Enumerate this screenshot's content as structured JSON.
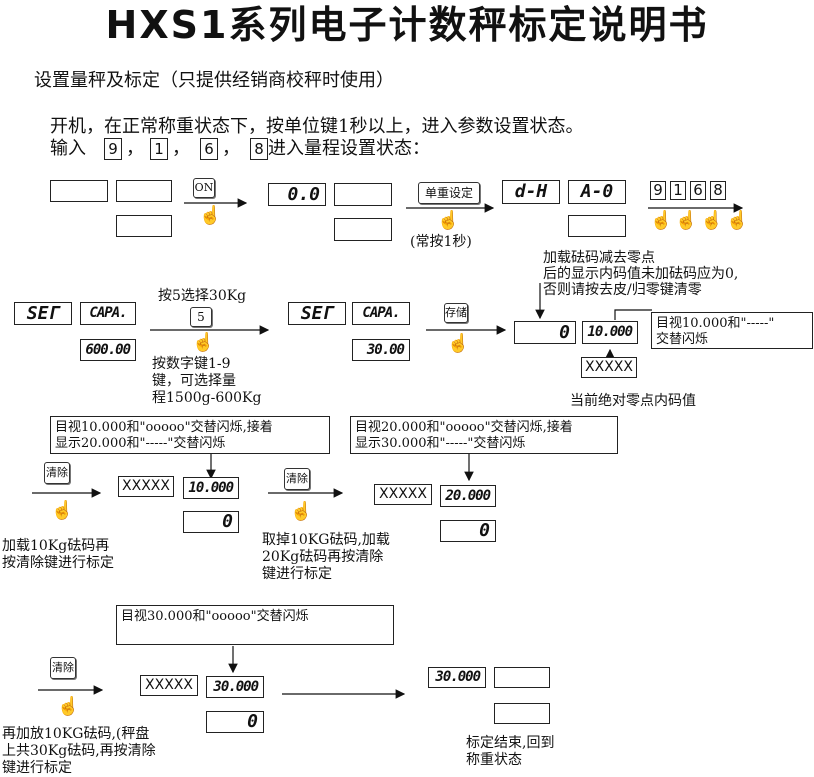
{
  "title": "HXS1系列电子计数秤标定说明书",
  "subtitle": "设置量秤及标定（只提供经销商校秤时使用）",
  "intro_line1": "开机，在正常称重状态下，按单位键1秒以上，进入参数设置状态。",
  "intro_prefix": "输入",
  "intro_keys": [
    "9",
    "1",
    "6",
    "8"
  ],
  "intro_suffix": "进入量程设置状态：",
  "row1": {
    "on_key": "ON",
    "display_zero": "0.0",
    "unit_key": "单重设定",
    "hold_note": "(常按1秒)",
    "lcd_dh": "d-H",
    "lcd_a0": "A-0",
    "digits": [
      "9",
      "1",
      "6",
      "8"
    ]
  },
  "row2": {
    "lcd_set": "SEГ",
    "lcd_capa": "CAPA.",
    "cap_default": "600.00",
    "press5_label": "按5选择30Kg",
    "key5": "5",
    "range_note_1": "按数字键1-9",
    "range_note_2": "键，可选择量",
    "range_note_3": "程1500g-600Kg",
    "cap_30": "30.00",
    "store_key": "存储",
    "zero_note_1": "加载砝码减去零点",
    "zero_note_2": "后的显示内码值未加砝码应为0,",
    "zero_note_3": "否则请按去皮/归零键清零",
    "lcd_0": "0",
    "lcd_10": "10.000",
    "observe_10_1": "目视10.000和\"-----\"",
    "observe_10_2": "交替闪烁",
    "xxxxx": "XXXXX",
    "abs_zero_note": "当前绝对零点内码值"
  },
  "row3": {
    "note_a_1": "目视10.000和\"ooooo\"交替闪烁,接着",
    "note_a_2": "显示20.000和\"-----\"交替闪烁",
    "note_b_1": "目视20.000和\"ooooo\"交替闪烁,接着",
    "note_b_2": "显示30.000和\"-----\"交替闪烁",
    "clear_key": "清除",
    "xxxxx": "XXXXX",
    "lcd_10": "10.000",
    "lcd_0": "0",
    "lcd_20": "20.000",
    "step_a_1": "加载10Kg砝码再",
    "step_a_2": "按清除键进行标定",
    "step_b_1": "取掉10KG砝码,加载",
    "step_b_2": "20Kg砝码再按清除",
    "step_b_3": "键进行标定"
  },
  "row4": {
    "note_1": "目视30.000和\"ooooo\"交替闪烁",
    "clear_key": "清除",
    "xxxxx": "XXXXX",
    "lcd_30": "30.000",
    "lcd_0": "0",
    "step_1": "再加放10KG砝码,(秤盘",
    "step_2": "上共30Kg砝码,再按清除",
    "step_3": "键进行标定",
    "end_1": "标定结束,回到",
    "end_2": "称重状态"
  }
}
